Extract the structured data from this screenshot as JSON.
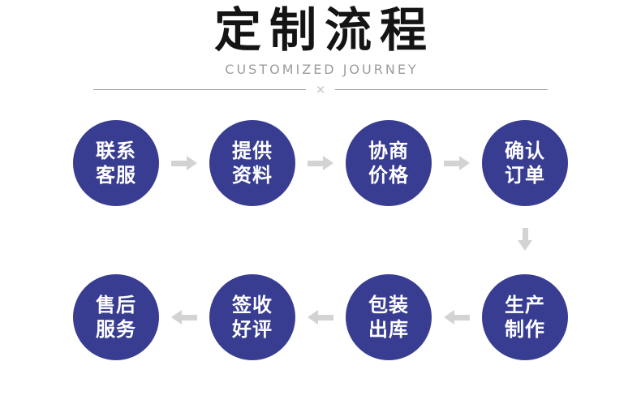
{
  "header": {
    "title": "定制流程",
    "subtitle": "CUSTOMIZED JOURNEY",
    "divider_mark": "×"
  },
  "flow": {
    "row1": [
      {
        "line1": "联系",
        "line2": "客服"
      },
      {
        "line1": "提供",
        "line2": "资料"
      },
      {
        "line1": "协商",
        "line2": "价格"
      },
      {
        "line1": "确认",
        "line2": "订单"
      }
    ],
    "row2": [
      {
        "line1": "售后",
        "line2": "服务"
      },
      {
        "line1": "签收",
        "line2": "好评"
      },
      {
        "line1": "包装",
        "line2": "出库"
      },
      {
        "line1": "生产",
        "line2": "制作"
      }
    ]
  },
  "colors": {
    "circle": "#383d91",
    "circle_text": "#ffffff",
    "arrow": "#d3d3d3",
    "title": "#141414",
    "subtitle": "#9c9c9c",
    "divider_line": "#9a9a9a",
    "divider_mark": "#b9c0c9"
  }
}
